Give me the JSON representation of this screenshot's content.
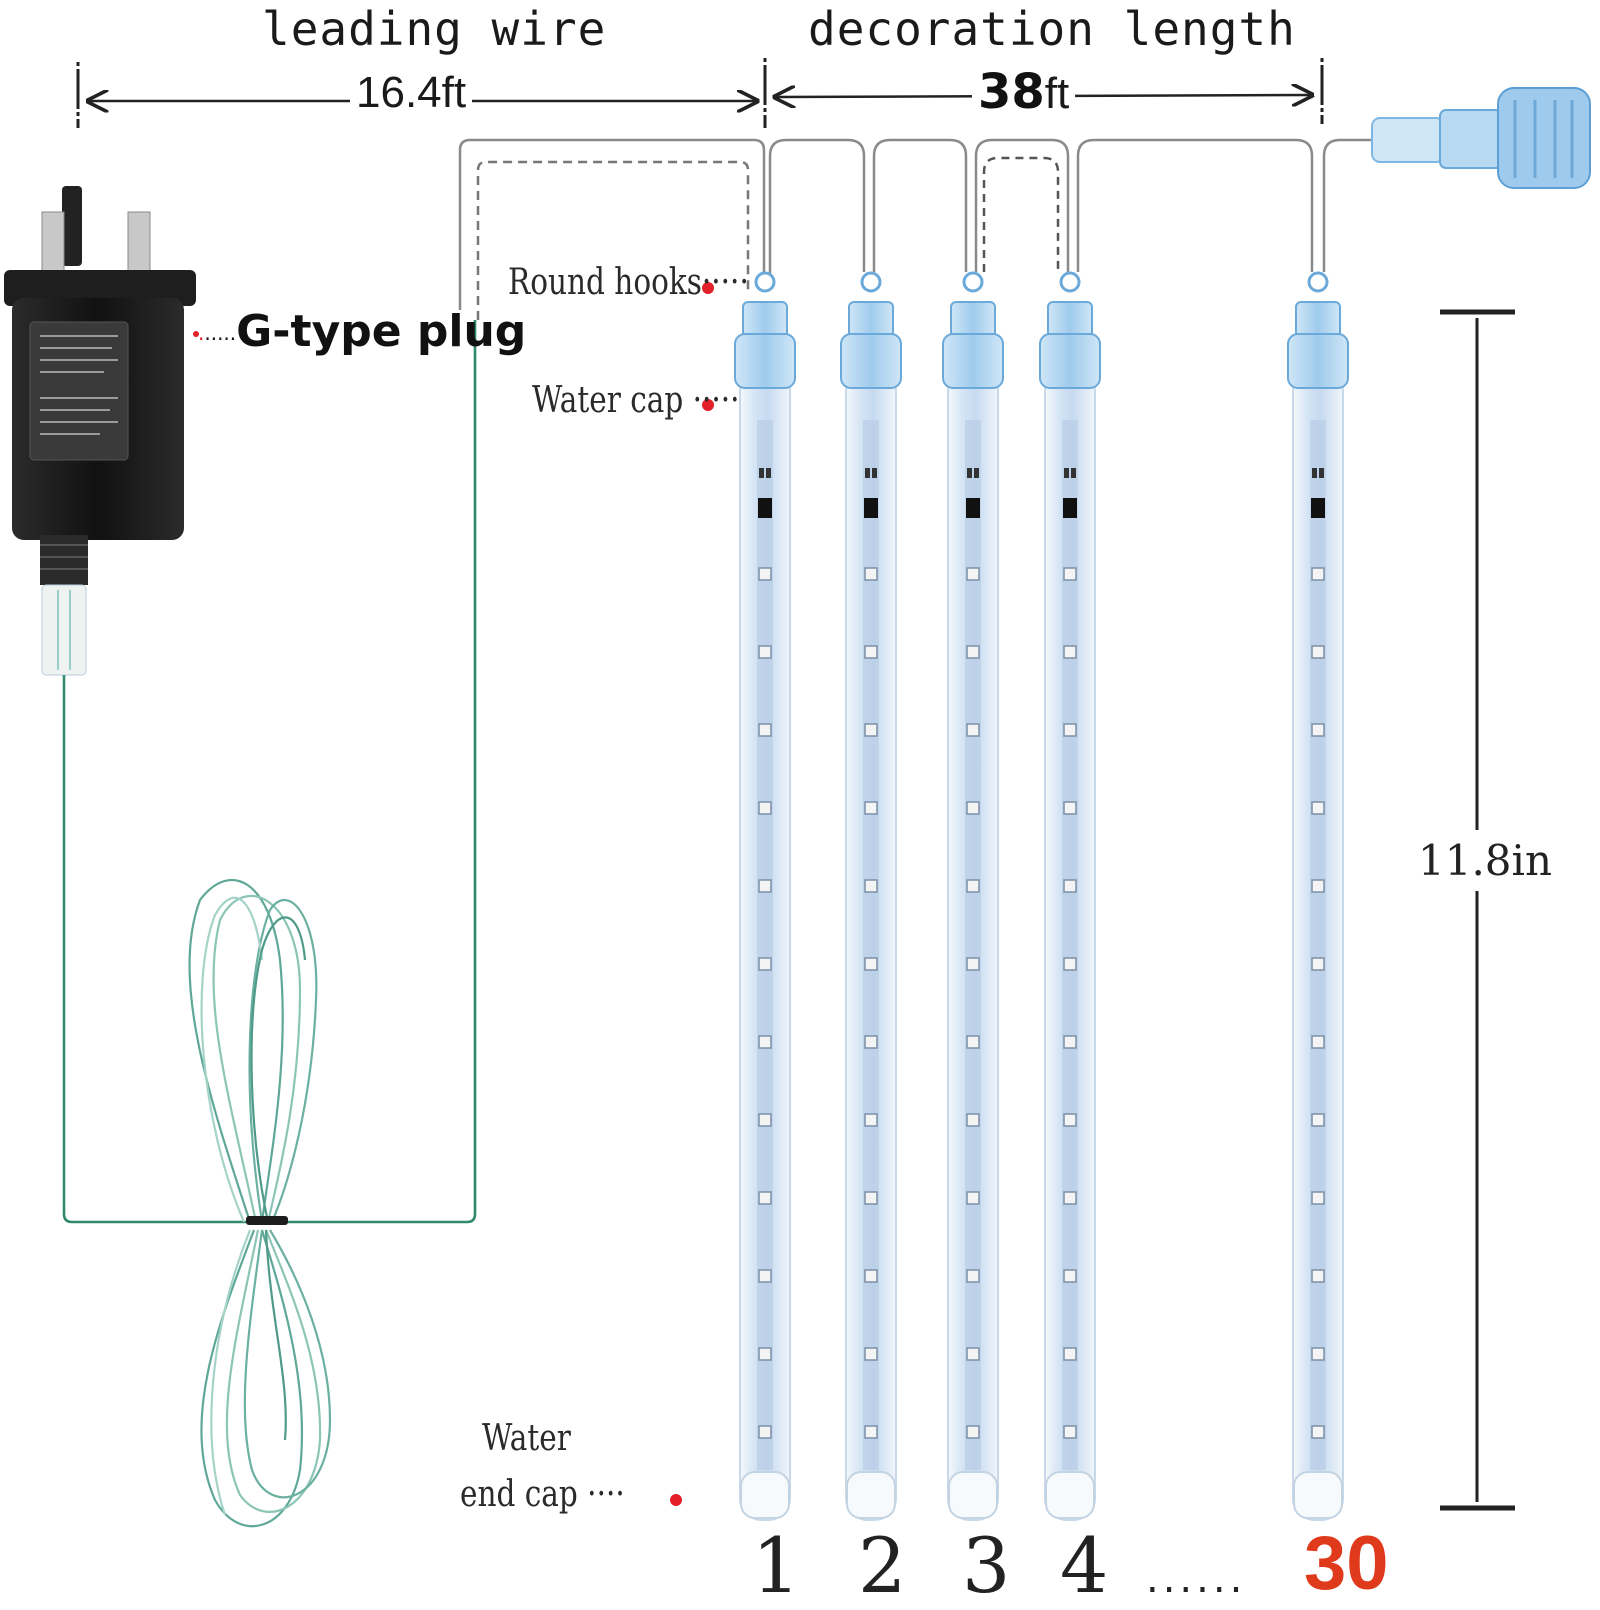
{
  "dimensions": {
    "leading_wire_title": "leading wire",
    "leading_wire_length": "16.4ft",
    "decoration_title": "decoration length",
    "decoration_length_num": "38",
    "decoration_length_unit": "ft",
    "tube_length": "11.8in"
  },
  "callouts": {
    "round_hooks": "Round hooks",
    "water_cap": "Water cap",
    "water_end_cap_line1": "Water",
    "water_end_cap_line2": "end cap",
    "plug": "G-type plug"
  },
  "tubes": {
    "labels": [
      "1",
      "2",
      "3",
      "4"
    ],
    "ellipsis": "......",
    "last_label": "30"
  },
  "colors": {
    "wire": "#2f8a68",
    "tube_fill": "#dde9f6",
    "tube_cap": "#a9d1ee",
    "led": "#9bb7d6",
    "callout_dot": "#e3202a",
    "accent_last": "#e03a1c"
  }
}
